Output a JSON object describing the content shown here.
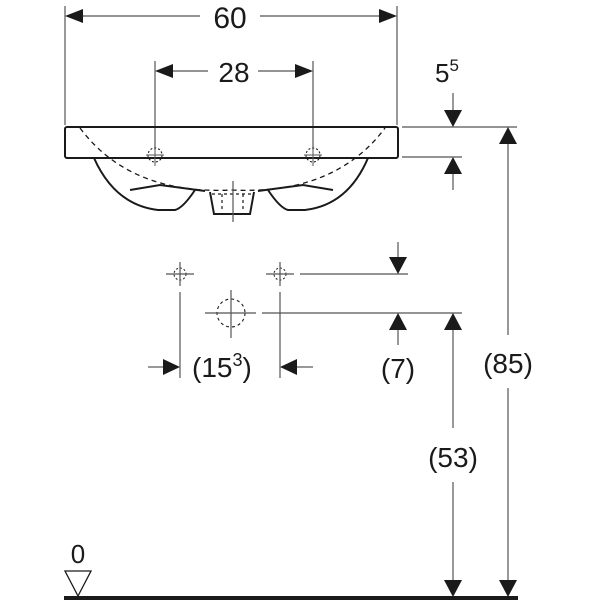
{
  "diagram": {
    "type": "washbasin-dimension-drawing",
    "units": "cm",
    "dimensions": {
      "overall_width": "60",
      "tap_hole_spacing": "28",
      "rim_thickness_base": "5",
      "rim_thickness_sup": "5",
      "supply_spacing_open": "(15",
      "supply_spacing_sup": "3",
      "supply_spacing_close": ")",
      "supply_height_offset": "(7)",
      "total_height": "(85)",
      "drain_height": "(53)",
      "floor_level": "0"
    },
    "colors": {
      "line": "#1a1a1a",
      "dim_line": "#555555",
      "background": "#ffffff"
    }
  }
}
